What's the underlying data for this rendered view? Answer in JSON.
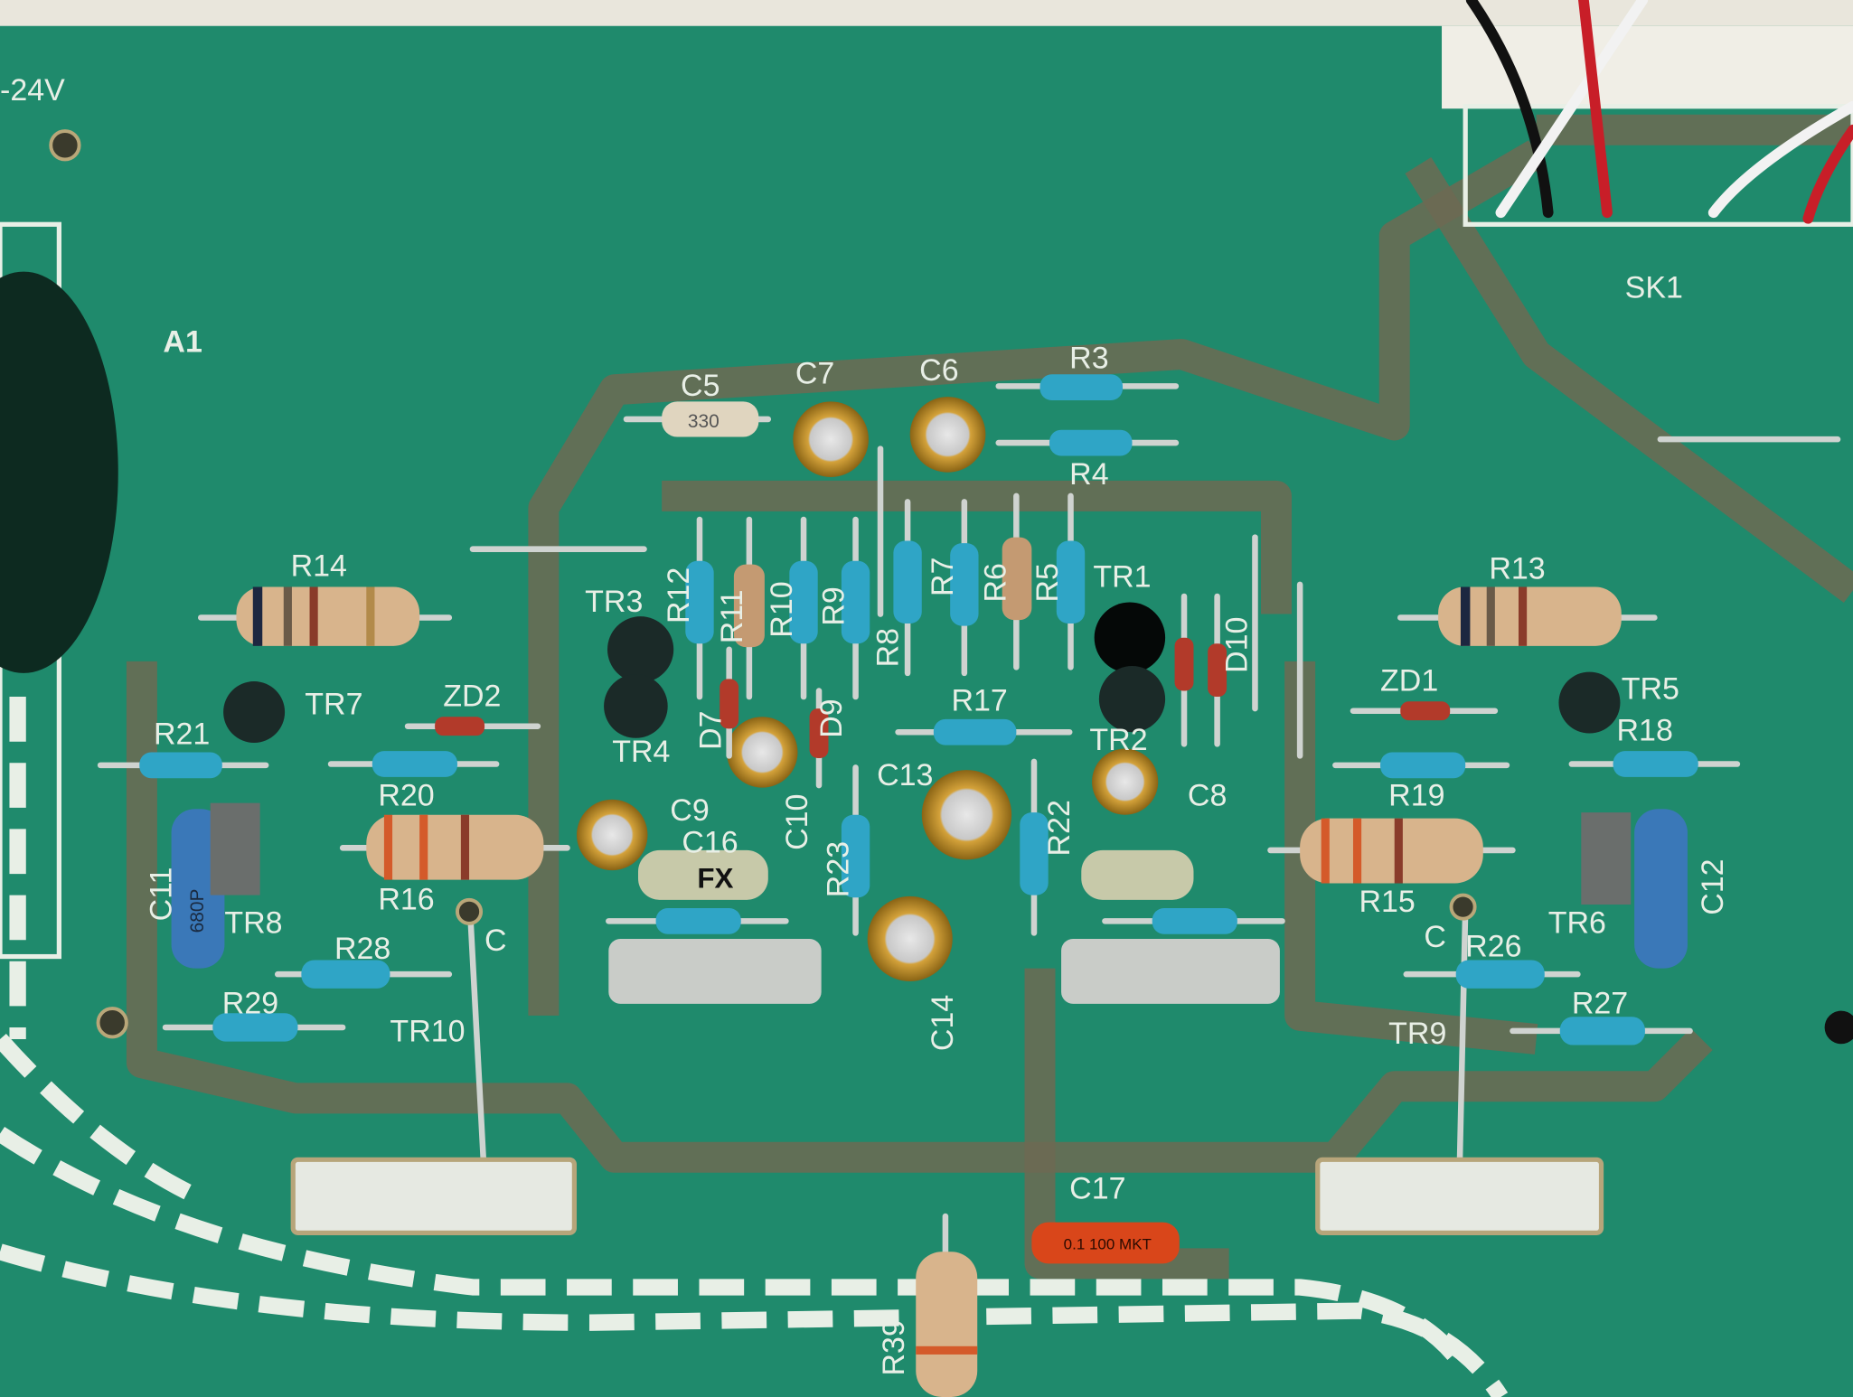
{
  "board": {
    "title": "A1",
    "voltage": "-24V",
    "connector": "SK1"
  },
  "labels": {
    "C5": "C5",
    "C7": "C7",
    "C6": "C6",
    "R3": "R3",
    "R4": "R4",
    "R14": "R14",
    "R13": "R13",
    "TR3": "TR3",
    "TR4": "TR4",
    "TR1": "TR1",
    "TR2": "TR2",
    "R12": "R12",
    "R11": "R11",
    "R10": "R10",
    "R9": "R9",
    "R8": "R8",
    "R7": "R7",
    "R6": "R6",
    "R5": "R5",
    "D7": "D7",
    "D9": "D9",
    "D10": "D10",
    "TR7": "TR7",
    "ZD2": "ZD2",
    "R21": "R21",
    "R20": "R20",
    "R17": "R17",
    "ZD1": "ZD1",
    "TR5": "TR5",
    "R18": "R18",
    "R19": "R19",
    "C9": "C9",
    "C10": "C10",
    "C13": "C13",
    "C8": "C8",
    "C16": "C16",
    "R23": "R23",
    "R22": "R22",
    "C11": "C11",
    "TR8": "TR8",
    "R16": "R16",
    "C_left": "C",
    "R28": "R28",
    "R29": "R29",
    "TR10": "TR10",
    "R15": "R15",
    "C_right": "C",
    "R26": "R26",
    "TR6": "TR6",
    "C12": "C12",
    "R27": "R27",
    "TR9": "TR9",
    "C14": "C14",
    "C17": "C17",
    "R39": "R39"
  },
  "component_markings": {
    "C5": "330",
    "C16": "FX",
    "C11": "680P",
    "C17": "0.1 100 MKT"
  },
  "colors": {
    "pcb": "#1f8a6c",
    "trace": "#6d6a52",
    "silkscreen": "#e8efe6",
    "resistor_blue": "#2fa5c6",
    "resistor_tan": "#d8b48c"
  }
}
